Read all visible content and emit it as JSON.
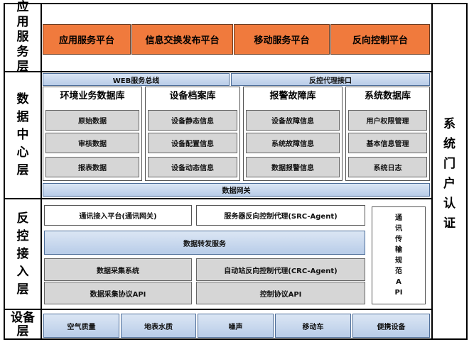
{
  "layers": {
    "application": "应用服务层",
    "data_center": "数据中心层",
    "control_access": "反控接入层",
    "device": "设备层",
    "portal": "系统门户认证"
  },
  "application_layer": {
    "items": [
      "应用服务平台",
      "信息交换发布平台",
      "移动服务平台",
      "反向控制平台"
    ]
  },
  "data_center_layer": {
    "bus_left": "WEB服务总线",
    "bus_right": "反控代理接口",
    "databases": [
      {
        "title": "环境业务数据库",
        "items": [
          "原始数据",
          "审核数据",
          "报表数据"
        ]
      },
      {
        "title": "设备档案库",
        "items": [
          "设备静态信息",
          "设备配置信息",
          "设备动态信息"
        ]
      },
      {
        "title": "报警故障库",
        "items": [
          "设备故障信息",
          "系统故障信息",
          "数据报警信息"
        ]
      },
      {
        "title": "系统数据库",
        "items": [
          "用户权限管理",
          "基本信息管理",
          "系统日志"
        ]
      }
    ],
    "gateway": "数据网关"
  },
  "control_access_layer": {
    "comm_platform": "通讯接入平台(通讯网关)",
    "server_proxy": "服务器反向控制代理(SRC-Agent)",
    "forward_service": "数据转发服务",
    "collect_system": "数据采集系统",
    "station_proxy": "自动站反向控制代理(CRC-Agent)",
    "collect_api": "数据采集协议API",
    "control_api": "控制协议API",
    "spec_api": "通讯传输规范API"
  },
  "device_layer": {
    "items": [
      "空气质量",
      "地表水质",
      "噪声",
      "移动车",
      "便携设备"
    ]
  }
}
